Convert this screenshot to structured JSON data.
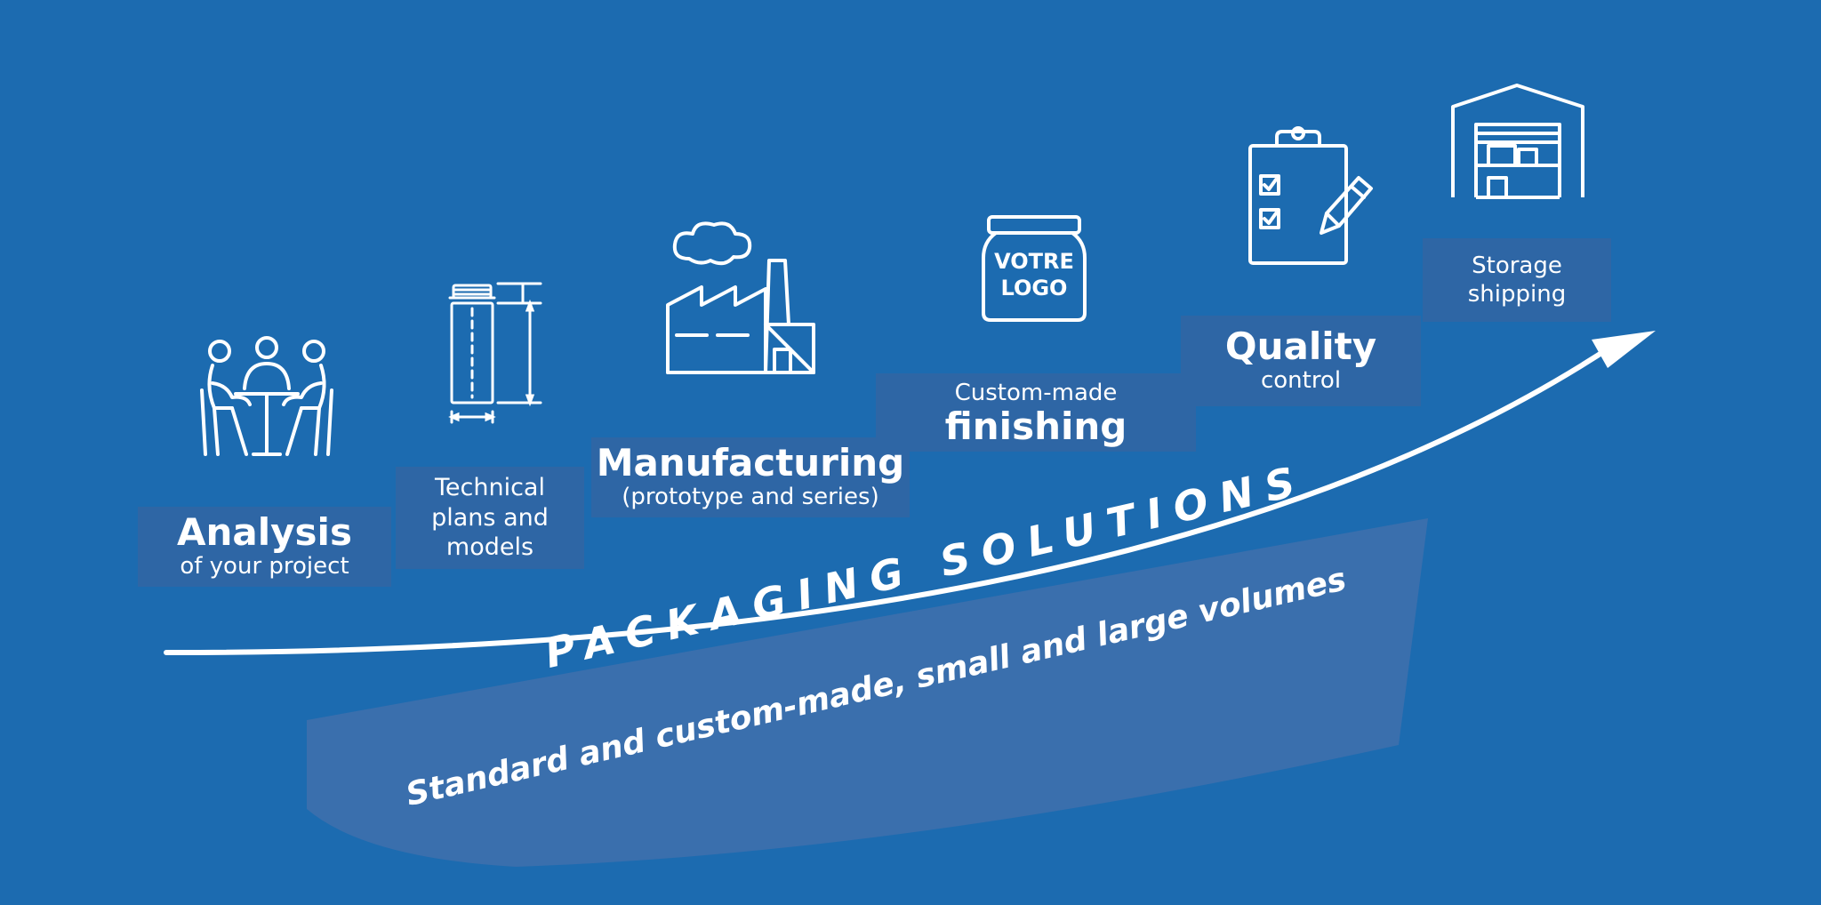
{
  "steps": [
    {
      "id": "analysis",
      "title": "Analysis",
      "subtitle": "of your project"
    },
    {
      "id": "technical",
      "lines": [
        "Technical",
        "plans and",
        "models"
      ]
    },
    {
      "id": "manufacturing",
      "title": "Manufacturing",
      "subtitle": "(prototype and series)"
    },
    {
      "id": "finishing",
      "pre": "Custom-made",
      "title": "finishing"
    },
    {
      "id": "quality",
      "title": "Quality",
      "subtitle": "control"
    },
    {
      "id": "storage",
      "lines": [
        "Storage",
        "shipping"
      ]
    }
  ],
  "jar_logo": {
    "line1": "VOTRE",
    "line2": "LOGO"
  },
  "banner": {
    "title": "PACKAGING SOLUTIONS",
    "subtitle": "Standard and custom-made, small and large volumes"
  },
  "icons": [
    "meeting-icon",
    "technical-drawing-icon",
    "factory-icon",
    "jar-icon",
    "checklist-icon",
    "warehouse-icon",
    "arrow-icon"
  ],
  "colors": {
    "background": "#1c6bb0",
    "box": "#2e66a5",
    "banner": "#3a6fad",
    "foreground": "#ffffff"
  }
}
